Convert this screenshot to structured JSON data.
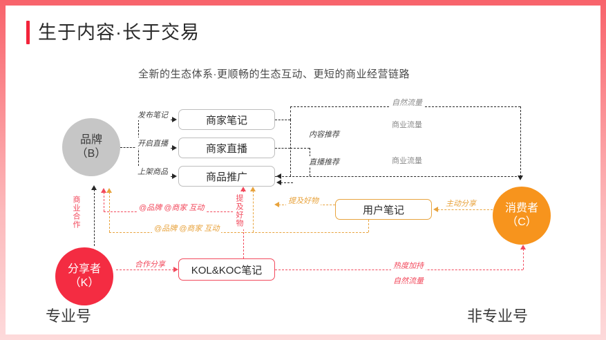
{
  "header": {
    "title": "生于内容·长于交易",
    "subtitle": "全新的生态体系·更顺畅的生态互动、更短的商业经营链路",
    "accent_color": "#f2243a"
  },
  "nodes": {
    "brand": {
      "line1": "品牌",
      "line2": "（B）",
      "color": "#c6c6c6"
    },
    "consumer": {
      "line1": "消费者",
      "line2": "（C）",
      "color": "#f7941d"
    },
    "sharer": {
      "line1": "分享者",
      "line2": "（K）",
      "color": "#f42c42"
    }
  },
  "boxes": {
    "merchant_note": "商家笔记",
    "merchant_live": "商家直播",
    "goods_promo": "商品推广",
    "user_note": "用户笔记",
    "kol_koc_note": "KOL&KOC笔记"
  },
  "labels": {
    "publish_note": "发布笔记",
    "start_live": "开启直播",
    "list_goods": "上架商品",
    "content_recommend": "内容推荐",
    "live_recommend": "直播推荐",
    "natural_traffic_top": "自然流量",
    "business_traffic_1": "商业流量",
    "business_traffic_2": "商业流量",
    "active_share": "主动分享",
    "mention_goods_h": "提及好物",
    "mention_goods_v": "提及好物",
    "business_coop": "商业合作",
    "at_brand_merchant_red": "@品牌 @商家 互动",
    "at_brand_merchant_orange": "@品牌 @商家 互动",
    "coop_share": "合作分享",
    "heat_boost": "热度加持",
    "natural_traffic_bottom": "自然流量"
  },
  "footer": {
    "left": "专业号",
    "right": "非专业号"
  },
  "colors": {
    "black_flow": "#262626",
    "red_flow": "#f2495c",
    "orange_flow": "#e8a33d",
    "gray_node": "#c6c6c6"
  }
}
